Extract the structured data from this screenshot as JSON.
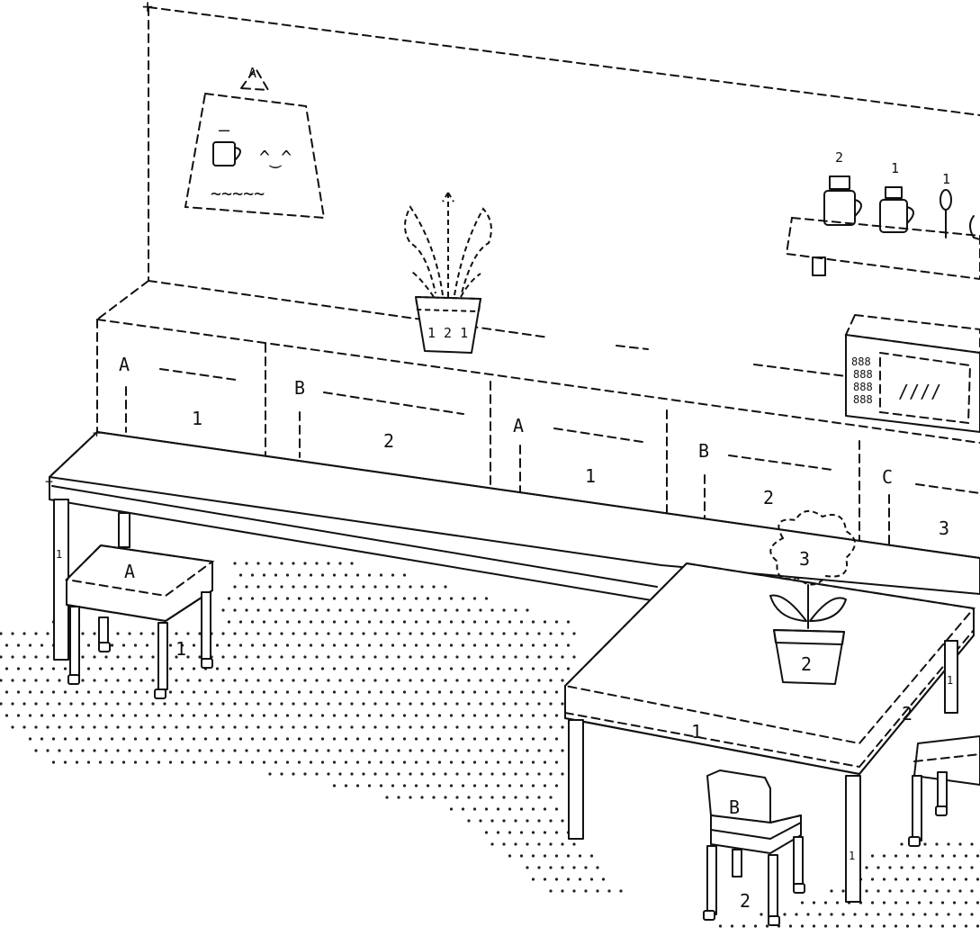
{
  "scene": {
    "poster": {
      "glyphs": "A",
      "face": "^‿^",
      "waves": "~~~~~",
      "mark": "–"
    },
    "shelf_items": [
      {
        "label": "2",
        "kind": "jar"
      },
      {
        "label": "1",
        "kind": "mug"
      },
      {
        "label": "1",
        "kind": "spoon"
      }
    ],
    "plant_pot_label": "1 2 1",
    "microwave_digits": [
      "888",
      "888",
      "888",
      "888"
    ],
    "microwave_window": "////",
    "cabinets": [
      {
        "letter": "A",
        "number": "1"
      },
      {
        "letter": "B",
        "number": "2"
      },
      {
        "letter": "A",
        "number": "1"
      },
      {
        "letter": "B",
        "number": "2"
      },
      {
        "letter": "C",
        "number": "3"
      }
    ],
    "bench_leg_label": "1",
    "stool": {
      "seat": "A",
      "leg": "1"
    },
    "table": {
      "front": "1",
      "side": "2",
      "leg": "1",
      "leg_right": "1"
    },
    "table_plant": {
      "flower": "3",
      "pot": "2"
    },
    "chair": {
      "back": "B",
      "leg": "2"
    }
  },
  "colors": {
    "ink": "#111111",
    "paper": "#ffffff"
  }
}
